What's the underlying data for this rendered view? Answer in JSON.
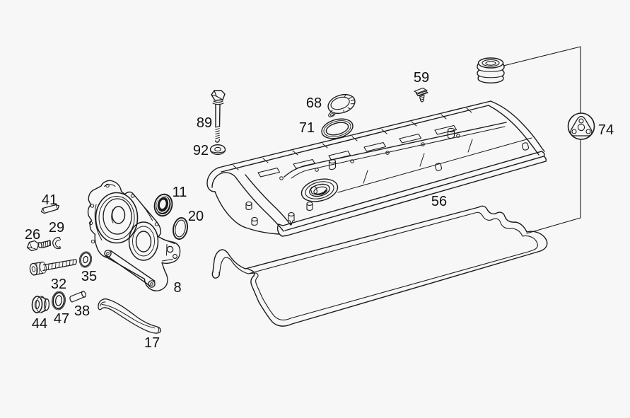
{
  "figure": {
    "background_color": "#f7f7f7",
    "line_color": "#1b1b1b"
  },
  "labels": {
    "p8": "8",
    "p11": "11",
    "p17": "17",
    "p20": "20",
    "p26": "26",
    "p29": "29",
    "p32": "32",
    "p35": "35",
    "p38": "38",
    "p41": "41",
    "p44": "44",
    "p47": "47",
    "p56": "56",
    "p59": "59",
    "p68": "68",
    "p71": "71",
    "p74": "74",
    "p89": "89",
    "p92": "92"
  }
}
